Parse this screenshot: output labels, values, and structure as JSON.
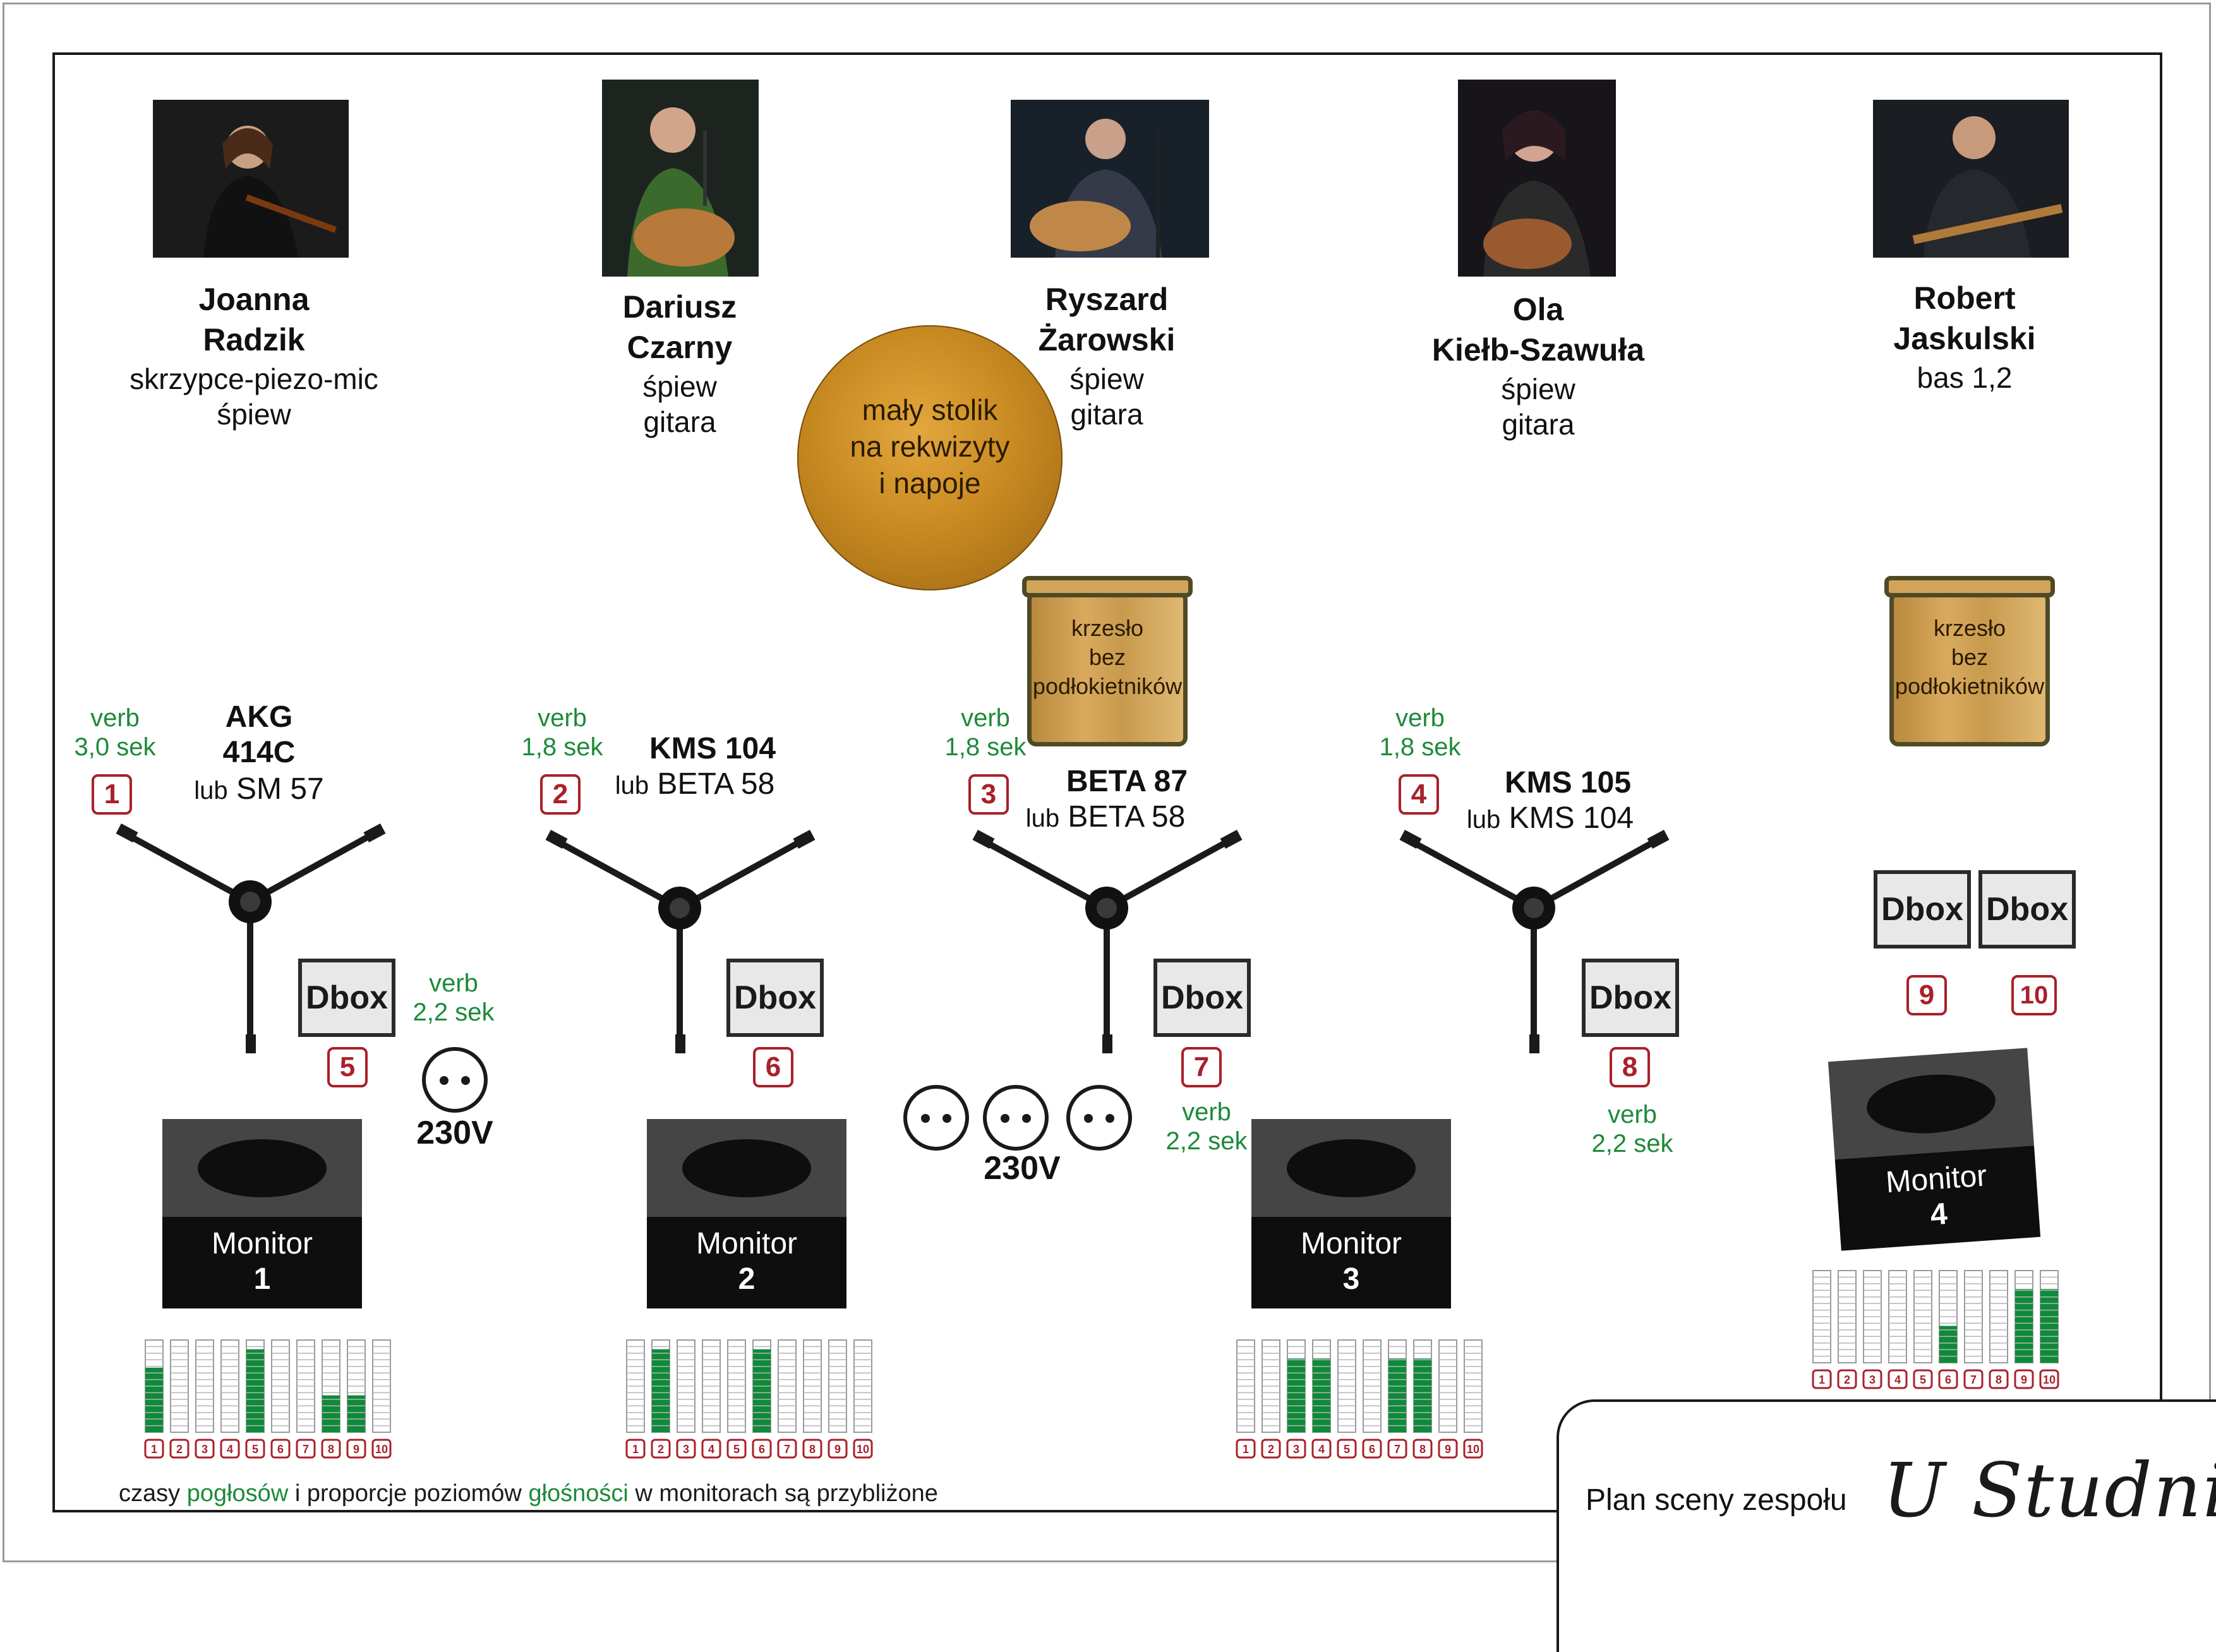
{
  "performers": [
    {
      "name_line1": "Joanna",
      "name_line2": "Radzik",
      "role_lines": [
        "skrzypce-piezo-mic",
        "śpiew"
      ],
      "photo": "violinist"
    },
    {
      "name_line1": "Dariusz",
      "name_line2": "Czarny",
      "role_lines": [
        "śpiew",
        "gitara"
      ],
      "photo": "guitarist"
    },
    {
      "name_line1": "Ryszard",
      "name_line2": "Żarowski",
      "role_lines": [
        "śpiew",
        "gitara"
      ],
      "photo": "guitarist"
    },
    {
      "name_line1": "Ola",
      "name_line2": "Kiełb-Szawuła",
      "role_lines": [
        "śpiew",
        "gitara"
      ],
      "photo": "guitarist"
    },
    {
      "name_line1": "Robert",
      "name_line2": "Jaskulski",
      "role_lines": [
        "bas 1,2",
        ""
      ],
      "photo": "bassist"
    }
  ],
  "table": {
    "line1": "mały stolik",
    "line2": "na rekwizyty",
    "line3": "i napoje"
  },
  "chair": {
    "line1": "krzesło",
    "line2": "bez",
    "line3": "podłokietników"
  },
  "verb_word": "verb",
  "mics": [
    {
      "channel": "1",
      "verb": "3,0 sek",
      "model_line1": "AKG",
      "model_line2": "414C",
      "lub": "lub",
      "alt": "SM 57"
    },
    {
      "channel": "2",
      "verb": "1,8 sek",
      "model_line1": "KMS 104",
      "model_line2": "",
      "lub": "lub",
      "alt": "BETA 58"
    },
    {
      "channel": "3",
      "verb": "1,8 sek",
      "model_line1": "BETA 87",
      "model_line2": "",
      "lub": "lub",
      "alt": "BETA 58"
    },
    {
      "channel": "4",
      "verb": "1,8 sek",
      "model_line1": "KMS 105",
      "model_line2": "",
      "lub": "lub",
      "alt": "KMS 104"
    }
  ],
  "dboxes": [
    {
      "label": "Dbox",
      "channel": "5",
      "verb": "2,2 sek"
    },
    {
      "label": "Dbox",
      "channel": "6",
      "verb": ""
    },
    {
      "label": "Dbox",
      "channel": "7",
      "verb": "2,2 sek"
    },
    {
      "label": "Dbox",
      "channel": "8",
      "verb": "2,2 sek"
    },
    {
      "label": "Dbox",
      "channel": "9",
      "verb": ""
    },
    {
      "label": "Dbox",
      "channel": "10",
      "verb": ""
    }
  ],
  "power": {
    "voltage": "230V"
  },
  "monitors": [
    {
      "label": "Monitor",
      "number": "1",
      "levels": [
        0.7,
        0,
        0,
        0,
        0.9,
        0,
        0,
        0.4,
        0.4,
        0
      ]
    },
    {
      "label": "Monitor",
      "number": "2",
      "levels": [
        0,
        0.9,
        0,
        0,
        0,
        0.9,
        0,
        0,
        0,
        0
      ]
    },
    {
      "label": "Monitor",
      "number": "3",
      "levels": [
        0,
        0,
        0.8,
        0.8,
        0,
        0,
        0.8,
        0.8,
        0,
        0
      ]
    },
    {
      "label": "Monitor",
      "number": "4",
      "levels": [
        0,
        0,
        0,
        0,
        0,
        0.4,
        0,
        0,
        0.8,
        0.8
      ]
    }
  ],
  "meter_channels": [
    "1",
    "2",
    "3",
    "4",
    "5",
    "6",
    "7",
    "8",
    "9",
    "10"
  ],
  "footnote": {
    "part1": "czasy ",
    "part2": "pogłosów",
    "part3": " i proporcje poziomów ",
    "part4": "głośności",
    "part5": " w monitorach są przybliżone"
  },
  "plan_label": "Plan sceny zespołu",
  "logo_text": "U Studni",
  "colors": {
    "accent_green": "#1e8a3a",
    "badge_red": "#a8212b",
    "level_green": "#0f8a3a",
    "table_gold": "#c98a22"
  }
}
